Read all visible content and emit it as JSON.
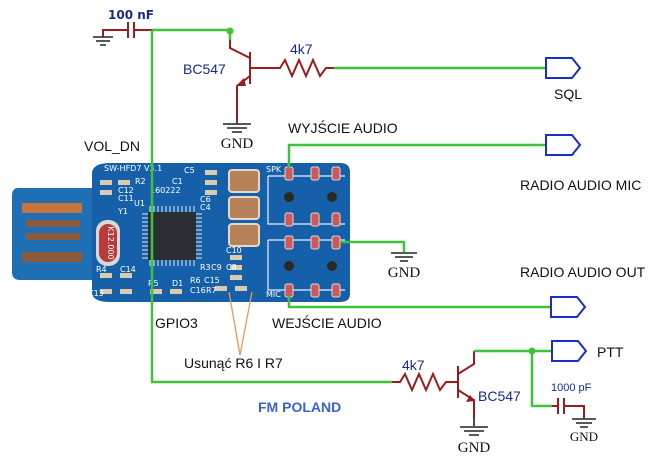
{
  "title": "FM POLAND",
  "components": {
    "cap_top": {
      "value": "100 nF"
    },
    "transistor_top": {
      "part": "BC547"
    },
    "resistor_top": {
      "value": "4k7"
    },
    "gnd_top": "GND",
    "transistor_bottom": {
      "part": "BC547"
    },
    "resistor_bottom": {
      "value": "4k7"
    },
    "gnd_bottom": "GND",
    "cap_bottom": {
      "value": "1000 pF"
    },
    "gnd_cap_bottom": "GND",
    "gnd_jack": "GND"
  },
  "net_labels": {
    "vol_dn": "VOL_DN",
    "gpio3": "GPIO3",
    "wyjscie_audio": "WYJŚCIE AUDIO",
    "wejscie_audio": "WEJŚCIE AUDIO",
    "note": "Usunąć R6 I R7"
  },
  "ports": [
    {
      "label": "SQL"
    },
    {
      "label": "RADIO AUDIO MIC"
    },
    {
      "label": "RADIO AUDIO OUT"
    },
    {
      "label": "PTT"
    }
  ],
  "pcb": {
    "board_label": "SW-HFD7  V3.1",
    "date_code": "160222",
    "crystal": "K12.000",
    "silk": [
      "C5",
      "R2",
      "C1",
      "C12",
      "C11",
      "Y1",
      "U1",
      "C6",
      "C4",
      "C10",
      "R4",
      "C14",
      "C13",
      "R5",
      "D1",
      "R3",
      "C9",
      "C8",
      "R6",
      "C15",
      "C16",
      "R7",
      "SPK",
      "MIC"
    ]
  },
  "colors": {
    "wire": "#3fc23a",
    "component": "#9b1c1c",
    "port": "#1a2fc8",
    "pcb": "#1560a8",
    "brand": "#3a62d8"
  }
}
